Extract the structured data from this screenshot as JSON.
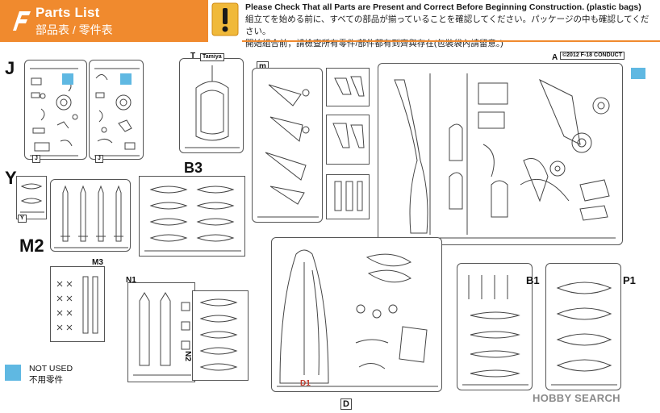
{
  "header": {
    "title": "Parts List",
    "subtitle": "部品表 / 零件表",
    "notice_en": "Please Check That all Parts are Present and Correct Before Beginning Construction. (plastic bags)",
    "notice_jp": "組立てを始める前に、すべての部品が揃っていることを確認してください。パッケージの中も確認してください。",
    "notice_zh": "開始組合前，請檢查所有零件/部件都有到齊與存在(包裝袋內請留意。)"
  },
  "sprues": {
    "J": "J",
    "J_left_tag": "J",
    "J_right_tag": "J",
    "Y": "Y",
    "Y_tag": "Y",
    "M2": "M2",
    "M3": "M3",
    "N1": "N1",
    "N2": "N2",
    "B3": "B3",
    "T": "T",
    "T_tag": "Tamiya",
    "m": "m",
    "A": "A",
    "A_tag": "©2012 F-18 CONDUCT",
    "D": "D",
    "D1": "D1",
    "B1": "B1",
    "P1": "P1"
  },
  "legend": {
    "en": "NOT USED",
    "zh": "不用零件",
    "color": "#5fb8e2"
  },
  "watermark": "HOBBY SEARCH",
  "colors": {
    "accent": "#f08a2e",
    "not_used": "#5fb8e2",
    "d1_label": "#c0392b"
  }
}
